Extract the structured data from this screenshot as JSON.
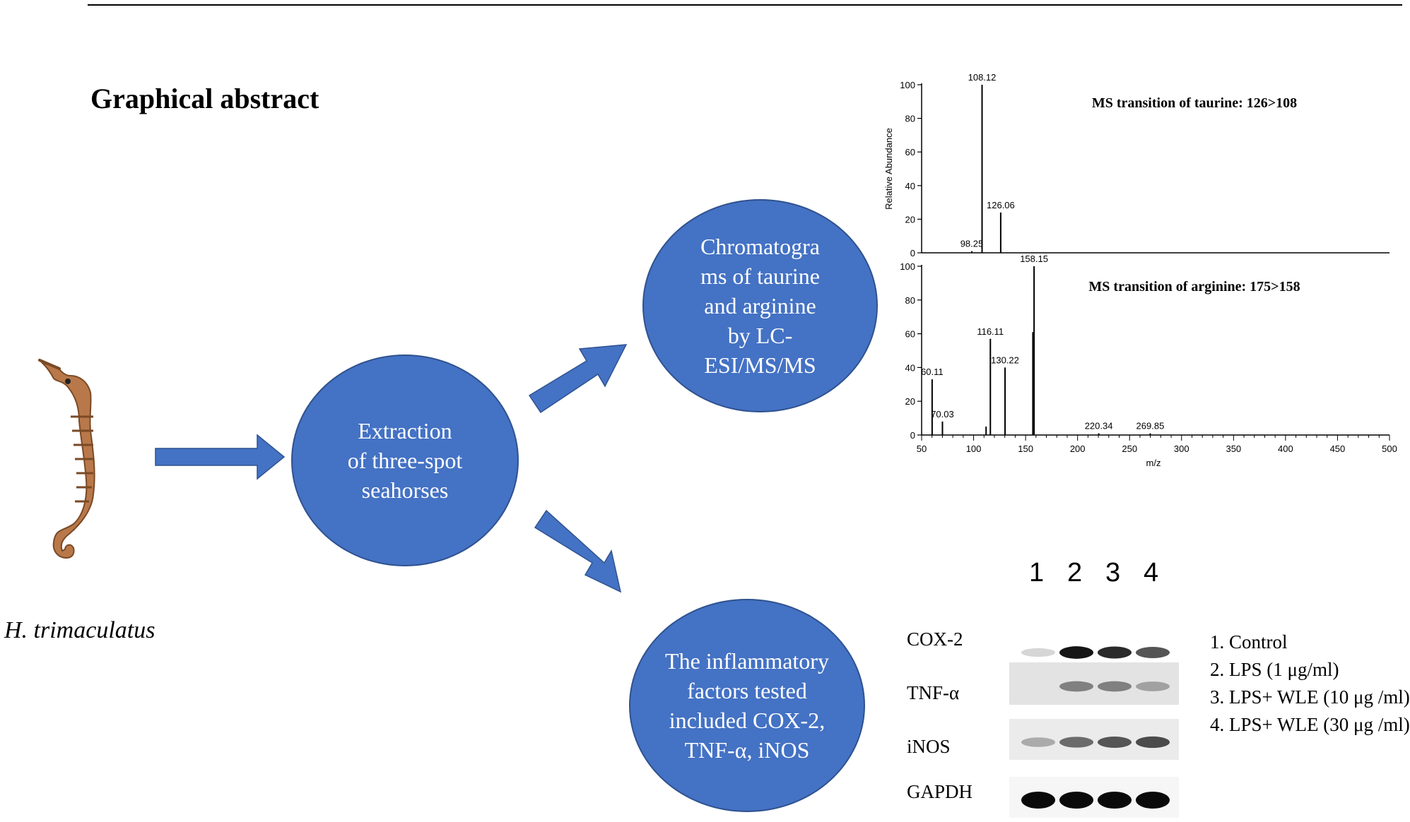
{
  "title": "Graphical abstract",
  "species_label": "H. trimaculatus",
  "nodes": {
    "extraction": [
      "Extraction",
      "of three-spot",
      "seahorses"
    ],
    "chromatograms": [
      "Chromatogra",
      "ms of taurine",
      "and arginine",
      "by LC-",
      "ESI/MS/MS"
    ],
    "inflammatory": [
      "The inflammatory",
      "factors tested",
      "included COX-2,",
      "TNF-α, iNOS"
    ]
  },
  "colors": {
    "node_fill": "#4472c4",
    "node_border": "#2f528f",
    "arrow": "#4472c4"
  },
  "icons": [
    "seahorse-icon"
  ],
  "chart_data": [
    {
      "type": "bar",
      "subtype": "mass-spectrum",
      "title": "MS transition of taurine: 126>108",
      "ylabel": "Relative Abundance",
      "ylim": [
        0,
        100
      ],
      "yticks": [
        0,
        20,
        40,
        60,
        80,
        100
      ],
      "xlim": [
        50,
        500
      ],
      "peaks": [
        {
          "x": 98.25,
          "y": 1,
          "label": "98.25"
        },
        {
          "x": 108.12,
          "y": 100,
          "label": "108.12"
        },
        {
          "x": 126.06,
          "y": 24,
          "label": "126.06"
        }
      ]
    },
    {
      "type": "bar",
      "subtype": "mass-spectrum",
      "title": "MS transition of arginine: 175>158",
      "xlabel": "m/z",
      "ylim": [
        0,
        100
      ],
      "yticks": [
        0,
        20,
        40,
        60,
        80,
        100
      ],
      "xlim": [
        50,
        500
      ],
      "xticks": [
        50,
        100,
        150,
        200,
        250,
        300,
        350,
        400,
        450,
        500
      ],
      "peaks": [
        {
          "x": 60.11,
          "y": 33,
          "label": "60.11"
        },
        {
          "x": 70.03,
          "y": 8,
          "label": "70.03"
        },
        {
          "x": 112,
          "y": 5
        },
        {
          "x": 116.11,
          "y": 57,
          "label": "116.11"
        },
        {
          "x": 130.22,
          "y": 40,
          "label": "130.22"
        },
        {
          "x": 157,
          "y": 61
        },
        {
          "x": 158.15,
          "y": 100,
          "label": "158.15"
        },
        {
          "x": 220.34,
          "y": 1,
          "label": "220.34"
        },
        {
          "x": 269.85,
          "y": 1,
          "label": "269.85"
        }
      ]
    }
  ],
  "blot": {
    "lanes": [
      "1",
      "2",
      "3",
      "4"
    ],
    "rows": [
      {
        "label": "COX-2",
        "intensities": [
          0.05,
          0.95,
          0.85,
          0.65
        ],
        "background": "#ffffff"
      },
      {
        "label": "TNF-α",
        "intensities": [
          0.0,
          0.45,
          0.45,
          0.3
        ],
        "background": "#e3e3e3"
      },
      {
        "label": "iNOS",
        "intensities": [
          0.25,
          0.55,
          0.65,
          0.7
        ],
        "background": "#ebebeb"
      },
      {
        "label": "GAPDH",
        "intensities": [
          1.0,
          1.0,
          1.0,
          1.0
        ],
        "background": "#f6f6f6"
      }
    ],
    "legend": [
      "1.  Control",
      "2.  LPS (1 μg/ml)",
      "3.  LPS+ WLE (10 μg /ml)",
      "4.  LPS+ WLE (30 μg /ml)"
    ]
  }
}
